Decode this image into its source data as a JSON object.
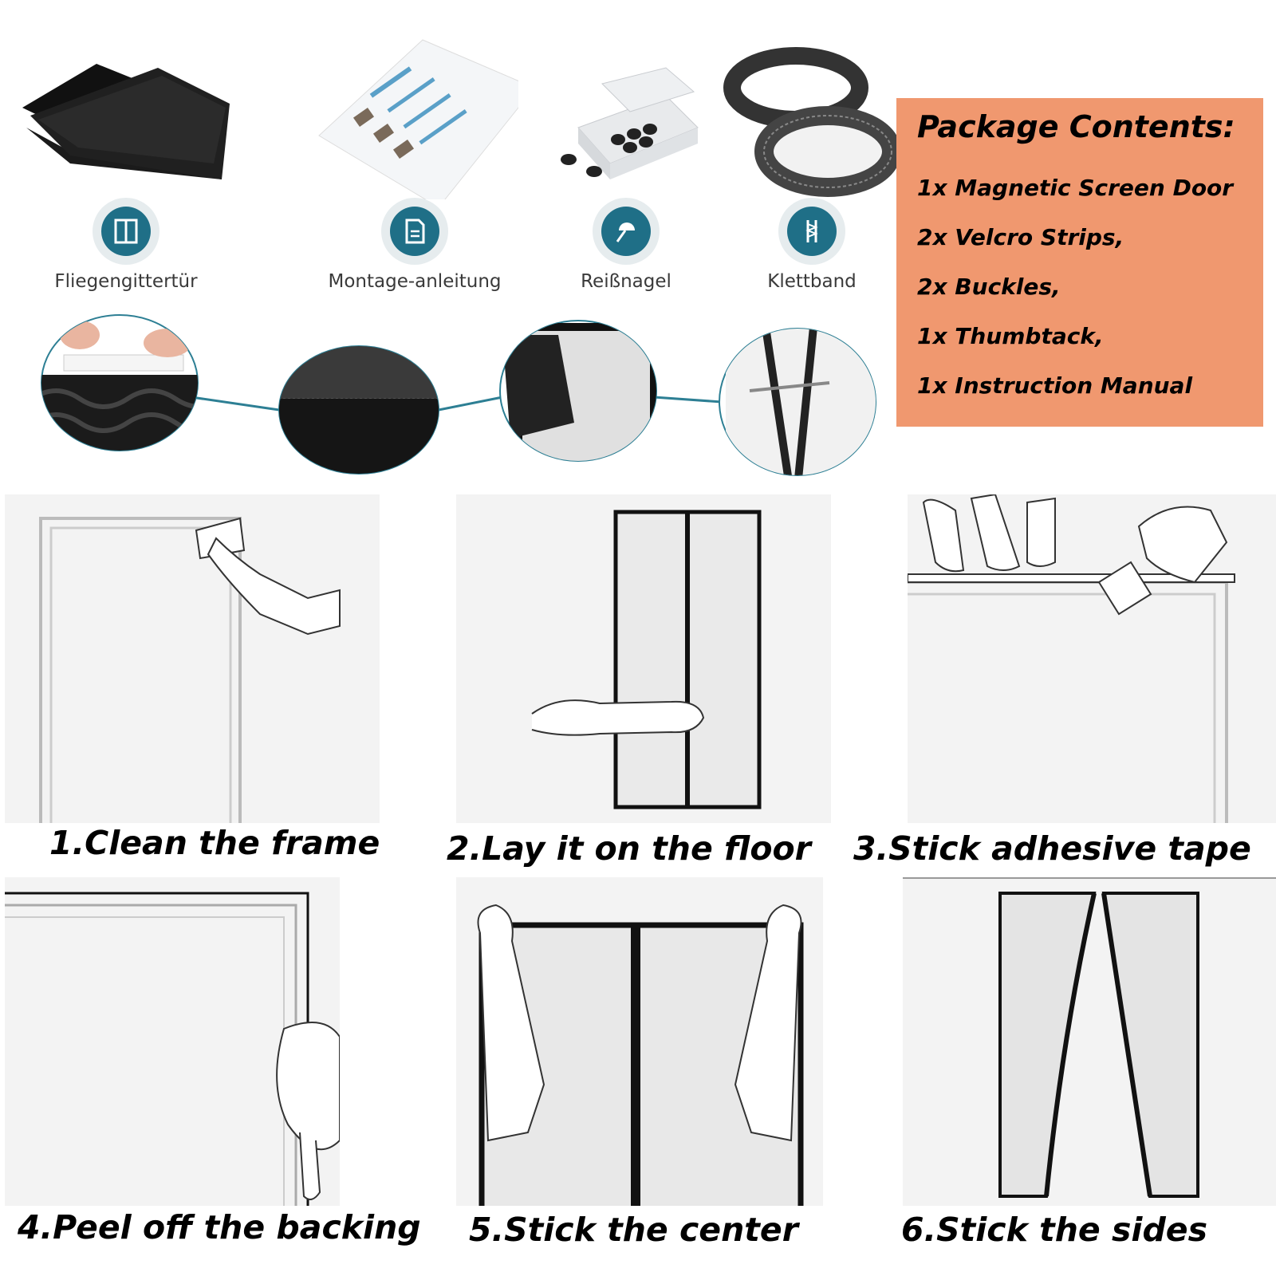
{
  "products": [
    {
      "label": "Fliegengittertür",
      "icon": "door-panel-icon"
    },
    {
      "label": "Montage-anleitung",
      "icon": "document-icon"
    },
    {
      "label": "Reißnagel",
      "icon": "thumbtack-icon"
    },
    {
      "label": "Klettband",
      "icon": "zipper-tape-icon"
    }
  ],
  "package": {
    "title": "Package Contents:",
    "items": [
      "1x Magnetic Screen Door",
      "2x Velcro Strips,",
      "2x Buckles,",
      "1x Thumbtack,",
      "1x Instruction Manual"
    ]
  },
  "steps": [
    "1.Clean the frame",
    "2.Lay it on the floor",
    "3.Stick adhesive tape",
    "4.Peel off the backing",
    "5.Stick the center",
    "6.Stick the sides"
  ],
  "colors": {
    "package_background": "#f0986f",
    "icon_teal": "#1f6f87",
    "connector_line": "#2d7f94"
  }
}
